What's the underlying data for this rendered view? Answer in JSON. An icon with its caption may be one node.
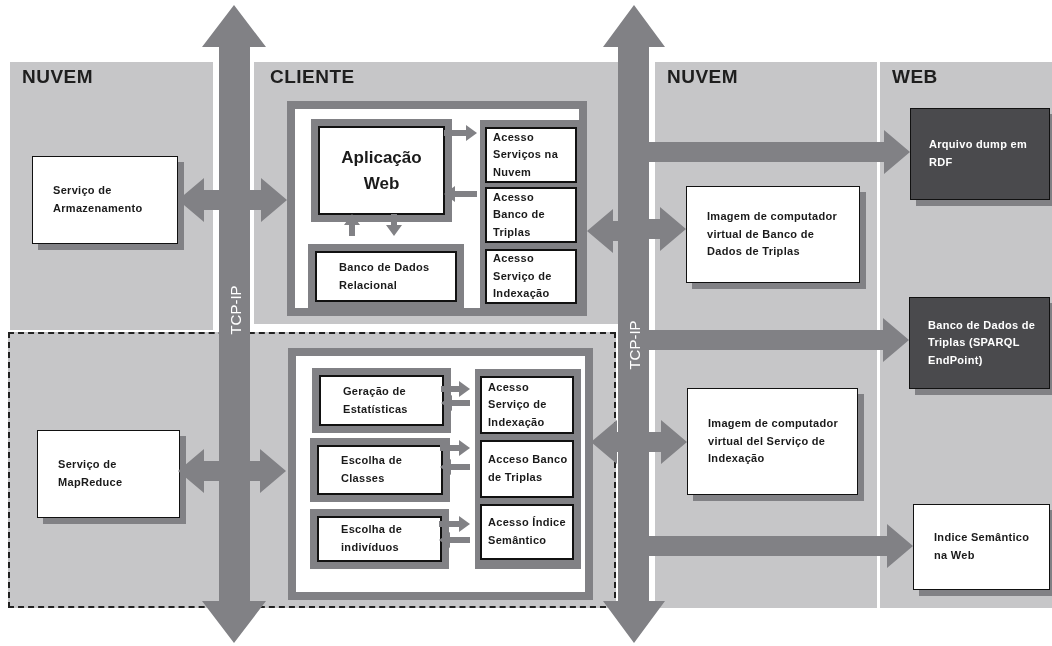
{
  "diagram": {
    "nodes": [
      {
        "text": [
          "NUVEM"
        ]
      },
      {
        "text": [
          "Serviço de Armazenamento"
        ],
        "in": 0
      },
      {
        "text": [
          "CLIENTE"
        ]
      },
      {
        "text": [],
        "shape": "box",
        "in": 2
      },
      {
        "text": [
          "Aplicação Web"
        ],
        "in": 3
      },
      {
        "text": [
          "Banco de Dados Relacional"
        ],
        "in": 3
      },
      {
        "text": [],
        "shape": "box",
        "in": 3
      },
      {
        "text": [
          "Acesso Serviços na Nuvem"
        ],
        "in": 6
      },
      {
        "text": [
          "Acesso Banco de Triplas"
        ],
        "in": 6
      },
      {
        "text": [
          "Acesso Serviço de Indexação"
        ],
        "in": 6
      },
      {
        "text": [],
        "shape": "box"
      },
      {
        "text": [
          "Serviço de MapReduce"
        ],
        "in": 10
      },
      {
        "text": [],
        "shape": "box",
        "in": 10
      },
      {
        "text": [
          "Geração de Estatísticas"
        ],
        "in": 12
      },
      {
        "text": [
          "Escolha de Classes"
        ],
        "in": 12
      },
      {
        "text": [
          "Escolha de indivíduos"
        ],
        "in": 12
      },
      {
        "text": [],
        "shape": "box",
        "in": 12
      },
      {
        "text": [
          "Acesso Serviço de Indexação"
        ],
        "in": 16
      },
      {
        "text": [
          "Acceso Banco de Triplas"
        ],
        "in": 16
      },
      {
        "text": [
          "Acesso Índice Semântico"
        ],
        "in": 16
      },
      {
        "text": [
          "NUVEM"
        ]
      },
      {
        "text": [
          "Imagem de computador virtual de Banco de Dados de Triplas"
        ],
        "in": 20
      },
      {
        "text": [
          "Imagem de computador virtual del Serviço de Indexação"
        ],
        "in": 20
      },
      {
        "text": [
          "WEB"
        ]
      },
      {
        "text": [
          "Arquivo dump em RDF"
        ],
        "in": 23
      },
      {
        "text": [
          "Banco de Dados de Triplas (SPARQL EndPoint)"
        ],
        "in": 23
      },
      {
        "text": [
          "Indice Semântico na Web"
        ],
        "in": 23
      },
      {
        "text": [
          "TCP-IP"
        ]
      },
      {
        "text": [
          "TCP-IP"
        ]
      }
    ],
    "edges": [
      {
        "from": 27,
        "to": 1,
        "arrow": "to"
      },
      {
        "from": 27,
        "to": 3,
        "arrow": "to"
      },
      {
        "from": 27,
        "to": 11,
        "arrow": "to"
      },
      {
        "from": 27,
        "to": 12,
        "arrow": "to"
      },
      {
        "from": 28,
        "to": 3,
        "arrow": "to"
      },
      {
        "from": 28,
        "to": 21,
        "arrow": "to"
      },
      {
        "from": 28,
        "to": 12,
        "arrow": "to"
      },
      {
        "from": 28,
        "to": 22,
        "arrow": "to"
      },
      {
        "from": 28,
        "to": 24,
        "arrow": "to"
      },
      {
        "from": 28,
        "to": 25,
        "arrow": "to"
      },
      {
        "from": 28,
        "to": 26,
        "arrow": "to"
      },
      {
        "from": 4,
        "to": 7,
        "arrow": "to"
      },
      {
        "from": 8,
        "to": 4,
        "arrow": "to"
      },
      {
        "from": 5,
        "to": 4,
        "arrow": "to"
      },
      {
        "from": 4,
        "to": 5,
        "arrow": "to"
      },
      {
        "from": 13,
        "to": 17,
        "arrow": "to"
      },
      {
        "from": 17,
        "to": 13,
        "arrow": "to"
      },
      {
        "from": 14,
        "to": 18,
        "arrow": "to"
      },
      {
        "from": 18,
        "to": 14,
        "arrow": "to"
      },
      {
        "from": 15,
        "to": 19,
        "arrow": "to"
      },
      {
        "from": 19,
        "to": 15,
        "arrow": "to"
      }
    ]
  }
}
